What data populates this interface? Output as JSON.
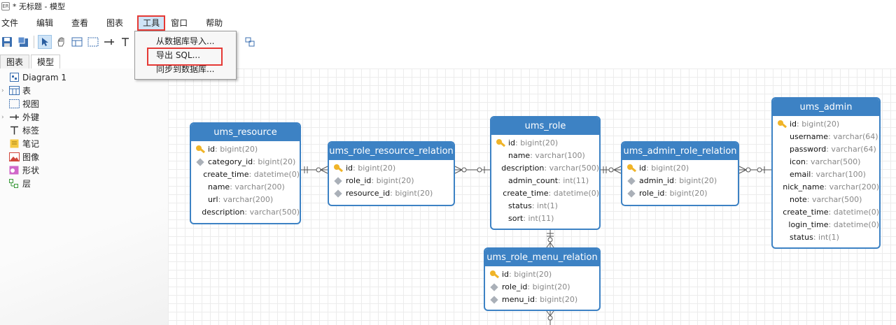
{
  "window": {
    "title": "* 无标题 - 模型",
    "app_icon_label": "ER"
  },
  "menu": [
    "文件",
    "编辑",
    "查看",
    "图表",
    "工具",
    "窗口",
    "帮助"
  ],
  "active_menu_index": 4,
  "dropdown": [
    "从数据库导入...",
    "导出 SQL...",
    "同步到数据库..."
  ],
  "highlighted_dropdown_index": 1,
  "tabs": [
    "图表",
    "模型"
  ],
  "active_tab_index": 1,
  "tree": [
    {
      "label": "Diagram 1",
      "icon": "diagram-icon"
    },
    {
      "label": "表",
      "icon": "table-icon"
    },
    {
      "label": "视图",
      "icon": "view-icon"
    },
    {
      "label": "外键",
      "icon": "foreign-key-icon"
    },
    {
      "label": "标签",
      "icon": "label-icon"
    },
    {
      "label": "笔记",
      "icon": "note-icon"
    },
    {
      "label": "图像",
      "icon": "image-icon"
    },
    {
      "label": "形状",
      "icon": "shape-icon"
    },
    {
      "label": "层",
      "icon": "layer-icon"
    }
  ],
  "entities": {
    "ums_resource": {
      "title": "ums_resource",
      "fields": [
        {
          "name": "id",
          "type": ": bigint(20)",
          "kind": "pk"
        },
        {
          "name": "category_id",
          "type": ": bigint(20)",
          "kind": "fk"
        },
        {
          "name": "create_time",
          "type": ": datetime(0)",
          "kind": "plain"
        },
        {
          "name": "name",
          "type": ": varchar(200)",
          "kind": "plain"
        },
        {
          "name": "url",
          "type": ": varchar(200)",
          "kind": "plain"
        },
        {
          "name": "description",
          "type": ": varchar(500)",
          "kind": "plain"
        }
      ]
    },
    "ums_role_resource_relation": {
      "title": "ums_role_resource_relation",
      "fields": [
        {
          "name": "id",
          "type": ": bigint(20)",
          "kind": "pk"
        },
        {
          "name": "role_id",
          "type": ": bigint(20)",
          "kind": "fk"
        },
        {
          "name": "resource_id",
          "type": ": bigint(20)",
          "kind": "fk"
        }
      ]
    },
    "ums_role": {
      "title": "ums_role",
      "fields": [
        {
          "name": "id",
          "type": ": bigint(20)",
          "kind": "pk"
        },
        {
          "name": "name",
          "type": ": varchar(100)",
          "kind": "plain"
        },
        {
          "name": "description",
          "type": ": varchar(500)",
          "kind": "plain"
        },
        {
          "name": "admin_count",
          "type": ": int(11)",
          "kind": "plain"
        },
        {
          "name": "create_time",
          "type": ": datetime(0)",
          "kind": "plain"
        },
        {
          "name": "status",
          "type": ": int(1)",
          "kind": "plain"
        },
        {
          "name": "sort",
          "type": ": int(11)",
          "kind": "plain"
        }
      ]
    },
    "ums_admin_role_relation": {
      "title": "ums_admin_role_relation",
      "fields": [
        {
          "name": "id",
          "type": ": bigint(20)",
          "kind": "pk"
        },
        {
          "name": "admin_id",
          "type": ": bigint(20)",
          "kind": "fk"
        },
        {
          "name": "role_id",
          "type": ": bigint(20)",
          "kind": "fk"
        }
      ]
    },
    "ums_admin": {
      "title": "ums_admin",
      "fields": [
        {
          "name": "id",
          "type": ": bigint(20)",
          "kind": "pk"
        },
        {
          "name": "username",
          "type": ": varchar(64)",
          "kind": "plain"
        },
        {
          "name": "password",
          "type": ": varchar(64)",
          "kind": "plain"
        },
        {
          "name": "icon",
          "type": ": varchar(500)",
          "kind": "plain"
        },
        {
          "name": "email",
          "type": ": varchar(100)",
          "kind": "plain"
        },
        {
          "name": "nick_name",
          "type": ": varchar(200)",
          "kind": "plain"
        },
        {
          "name": "note",
          "type": ": varchar(500)",
          "kind": "plain"
        },
        {
          "name": "create_time",
          "type": ": datetime(0)",
          "kind": "plain"
        },
        {
          "name": "login_time",
          "type": ": datetime(0)",
          "kind": "plain"
        },
        {
          "name": "status",
          "type": ": int(1)",
          "kind": "plain"
        }
      ]
    },
    "ums_role_menu_relation": {
      "title": "ums_role_menu_relation",
      "fields": [
        {
          "name": "id",
          "type": ": bigint(20)",
          "kind": "pk"
        },
        {
          "name": "role_id",
          "type": ": bigint(20)",
          "kind": "fk"
        },
        {
          "name": "menu_id",
          "type": ": bigint(20)",
          "kind": "fk"
        }
      ]
    }
  },
  "colors": {
    "entity_header": "#3d82c4",
    "highlight_border": "#e53935",
    "menu_active_bg": "#cfe4f7"
  }
}
